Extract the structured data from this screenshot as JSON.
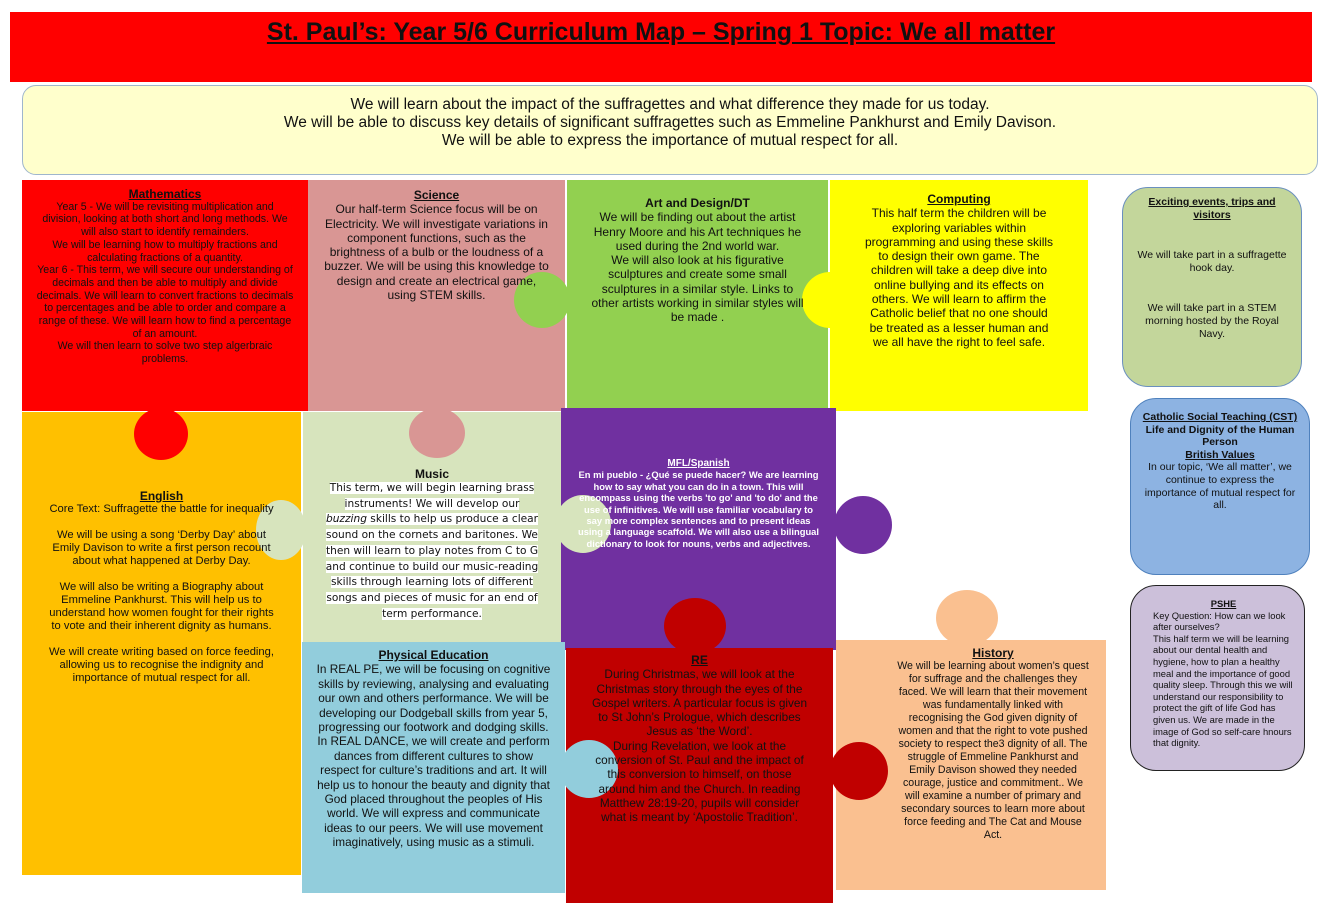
{
  "title": "St. Paul’s: Year 5/6 Curriculum Map – Spring 1 Topic: We all matter",
  "intro": [
    "We will learn about the impact of the suffragettes and what difference they made for us today.",
    "We will be able to discuss key details of significant suffragettes such as Emmeline Pankhurst and Emily Davison.",
    "We will be able to express the importance of mutual respect for all."
  ],
  "subjects": {
    "maths": {
      "heading": "Mathematics",
      "body": "Year 5 - We will be revisiting multiplication and division, looking at both short and long methods. We will also start to identify remainders.\nWe will be learning how to multiply fractions and calculating fractions of a quantity.\nYear 6 - This term, we will secure our understanding of decimals and then be able to multiply and divide decimals. We will learn to convert fractions to decimals to percentages and be able to order and compare a range of these. We will learn how to find a percentage of an amount.\nWe will then learn to solve two step algerbraic problems."
    },
    "science": {
      "heading": "Science",
      "body": "Our half-term Science focus will be on Electricity. We will investigate variations in component functions, such as the brightness of a bulb or the loudness of a buzzer. We will be using this knowledge to design and create an electrical game, using STEM skills."
    },
    "art": {
      "heading": "Art and Design/DT",
      "body": "We will be finding out about the artist Henry Moore and his Art  techniques he used during the 2nd world war.\nWe will also look at his figurative sculptures and create some small sculptures in a similar style. Links to other artists working in similar styles will be made ."
    },
    "computing": {
      "heading": "Computing",
      "body": "This half term the children will be exploring variables within programming and using these skills to design their own game. The children will take a deep dive into online bullying and its effects on others. We will learn to affirm the Catholic belief that no one should be treated as a lesser human and we all have the right to feel safe."
    },
    "english": {
      "heading": "English",
      "body": "Core Text: Suffragette the battle for inequality\n\nWe will be using a song ‘Derby Day’ about Emily Davison to write a first person recount about what happened at Derby Day.\n\nWe will also be writing a Biography about Emmeline Pankhurst. This will help us to understand how women fought for their rights to vote and their inherent dignity as humans.\n\nWe will create writing based on force feeding, allowing us to recognise the indignity and importance of mutual respect for all."
    },
    "music": {
      "heading": "Music",
      "body_pre": "This term, we will begin learning brass instruments! We will develop our ",
      "body_em": "buzzing",
      "body_post": " skills to help us produce a clear sound on the cornets and baritones. We then will learn to play notes from C to G and continue to build our music-reading skills through learning lots of different songs and pieces of music for an end of term performance."
    },
    "mfl": {
      "heading": "MFL/Spanish",
      "body": "En mi pueblo - ¿Qué se puede hacer? We are learning how to say what you can do in a town. This will encompass using the verbs 'to go' and 'to do' and the use of infinitives. We will use familiar vocabulary to say more complex sentences and to present ideas using a language scaffold. We will also use a bilingual dictionary to look for nouns, verbs and adjectives."
    },
    "pe": {
      "heading": "Physical Education",
      "body": "In REAL PE, we will be focusing on cognitive skills by reviewing, analysing and evaluating our own and others performance. We will be developing our Dodgeball skills from year 5, progressing our footwork and dodging skills.\nIn REAL DANCE, we will create and perform dances from different cultures to show respect for culture’s traditions and art. It will help us to honour the beauty and dignity that God placed throughout the peoples of His world. We will express and communicate ideas to our peers. We will use movement imaginatively, using music as a stimuli."
    },
    "re": {
      "heading": "RE",
      "body": "During Christmas, we will look at the Christmas story through the eyes of the Gospel writers. A particular focus is given to St John’s Prologue, which describes Jesus as ‘the Word’.\nDuring Revelation, we look at the conversion of St. Paul and the impact of this conversion to himself, on those around him and the Church. In reading Matthew 28:19-20, pupils will consider what is meant by ‘Apostolic Tradition’."
    },
    "history": {
      "heading": "History",
      "body": "We will be learning about women’s quest for suffrage and the challenges they faced. We will learn that their movement was fundamentally linked with recognising the God given dignity of women and that the right to vote pushed society to respect the3 dignity of all. The struggle of Emmeline Pankhurst and Emily Davison showed they needed courage, justice and commitment.. We will examine a number of primary and secondary sources to learn more about force feeding and The Cat and Mouse Act."
    }
  },
  "side": {
    "events": {
      "heading": "Exciting events, trips and visitors",
      "items": [
        "We will take part in a suffragette hook day.",
        "We will take part in a STEM morning hosted by the Royal Navy."
      ]
    },
    "cst": {
      "heading": "Catholic Social Teaching (CST)",
      "subheading": "Life and Dignity of the Human Person",
      "heading2": "British Values",
      "body": "In our topic, ‘We all matter’, we continue to express the importance of mutual respect for all."
    },
    "pshe": {
      "heading": "PSHE",
      "body": "Key Question: How can we look after ourselves?\nThis half term we will be learning about our dental health and hygiene, how to plan a healthy meal and the importance of good quality sleep. Through this we will understand our responsibility to protect the gift of life God has given us. We are made in the image of God so self-care hnours that dignity."
    }
  },
  "colors": {
    "maths": "#ff0000",
    "science": "#d99694",
    "art": "#92d050",
    "computing": "#ffff00",
    "english": "#ffc000",
    "music": "#d7e4bd",
    "mfl": "#7030a0",
    "pe": "#92cddc",
    "re": "#c00000",
    "history": "#fac090"
  }
}
